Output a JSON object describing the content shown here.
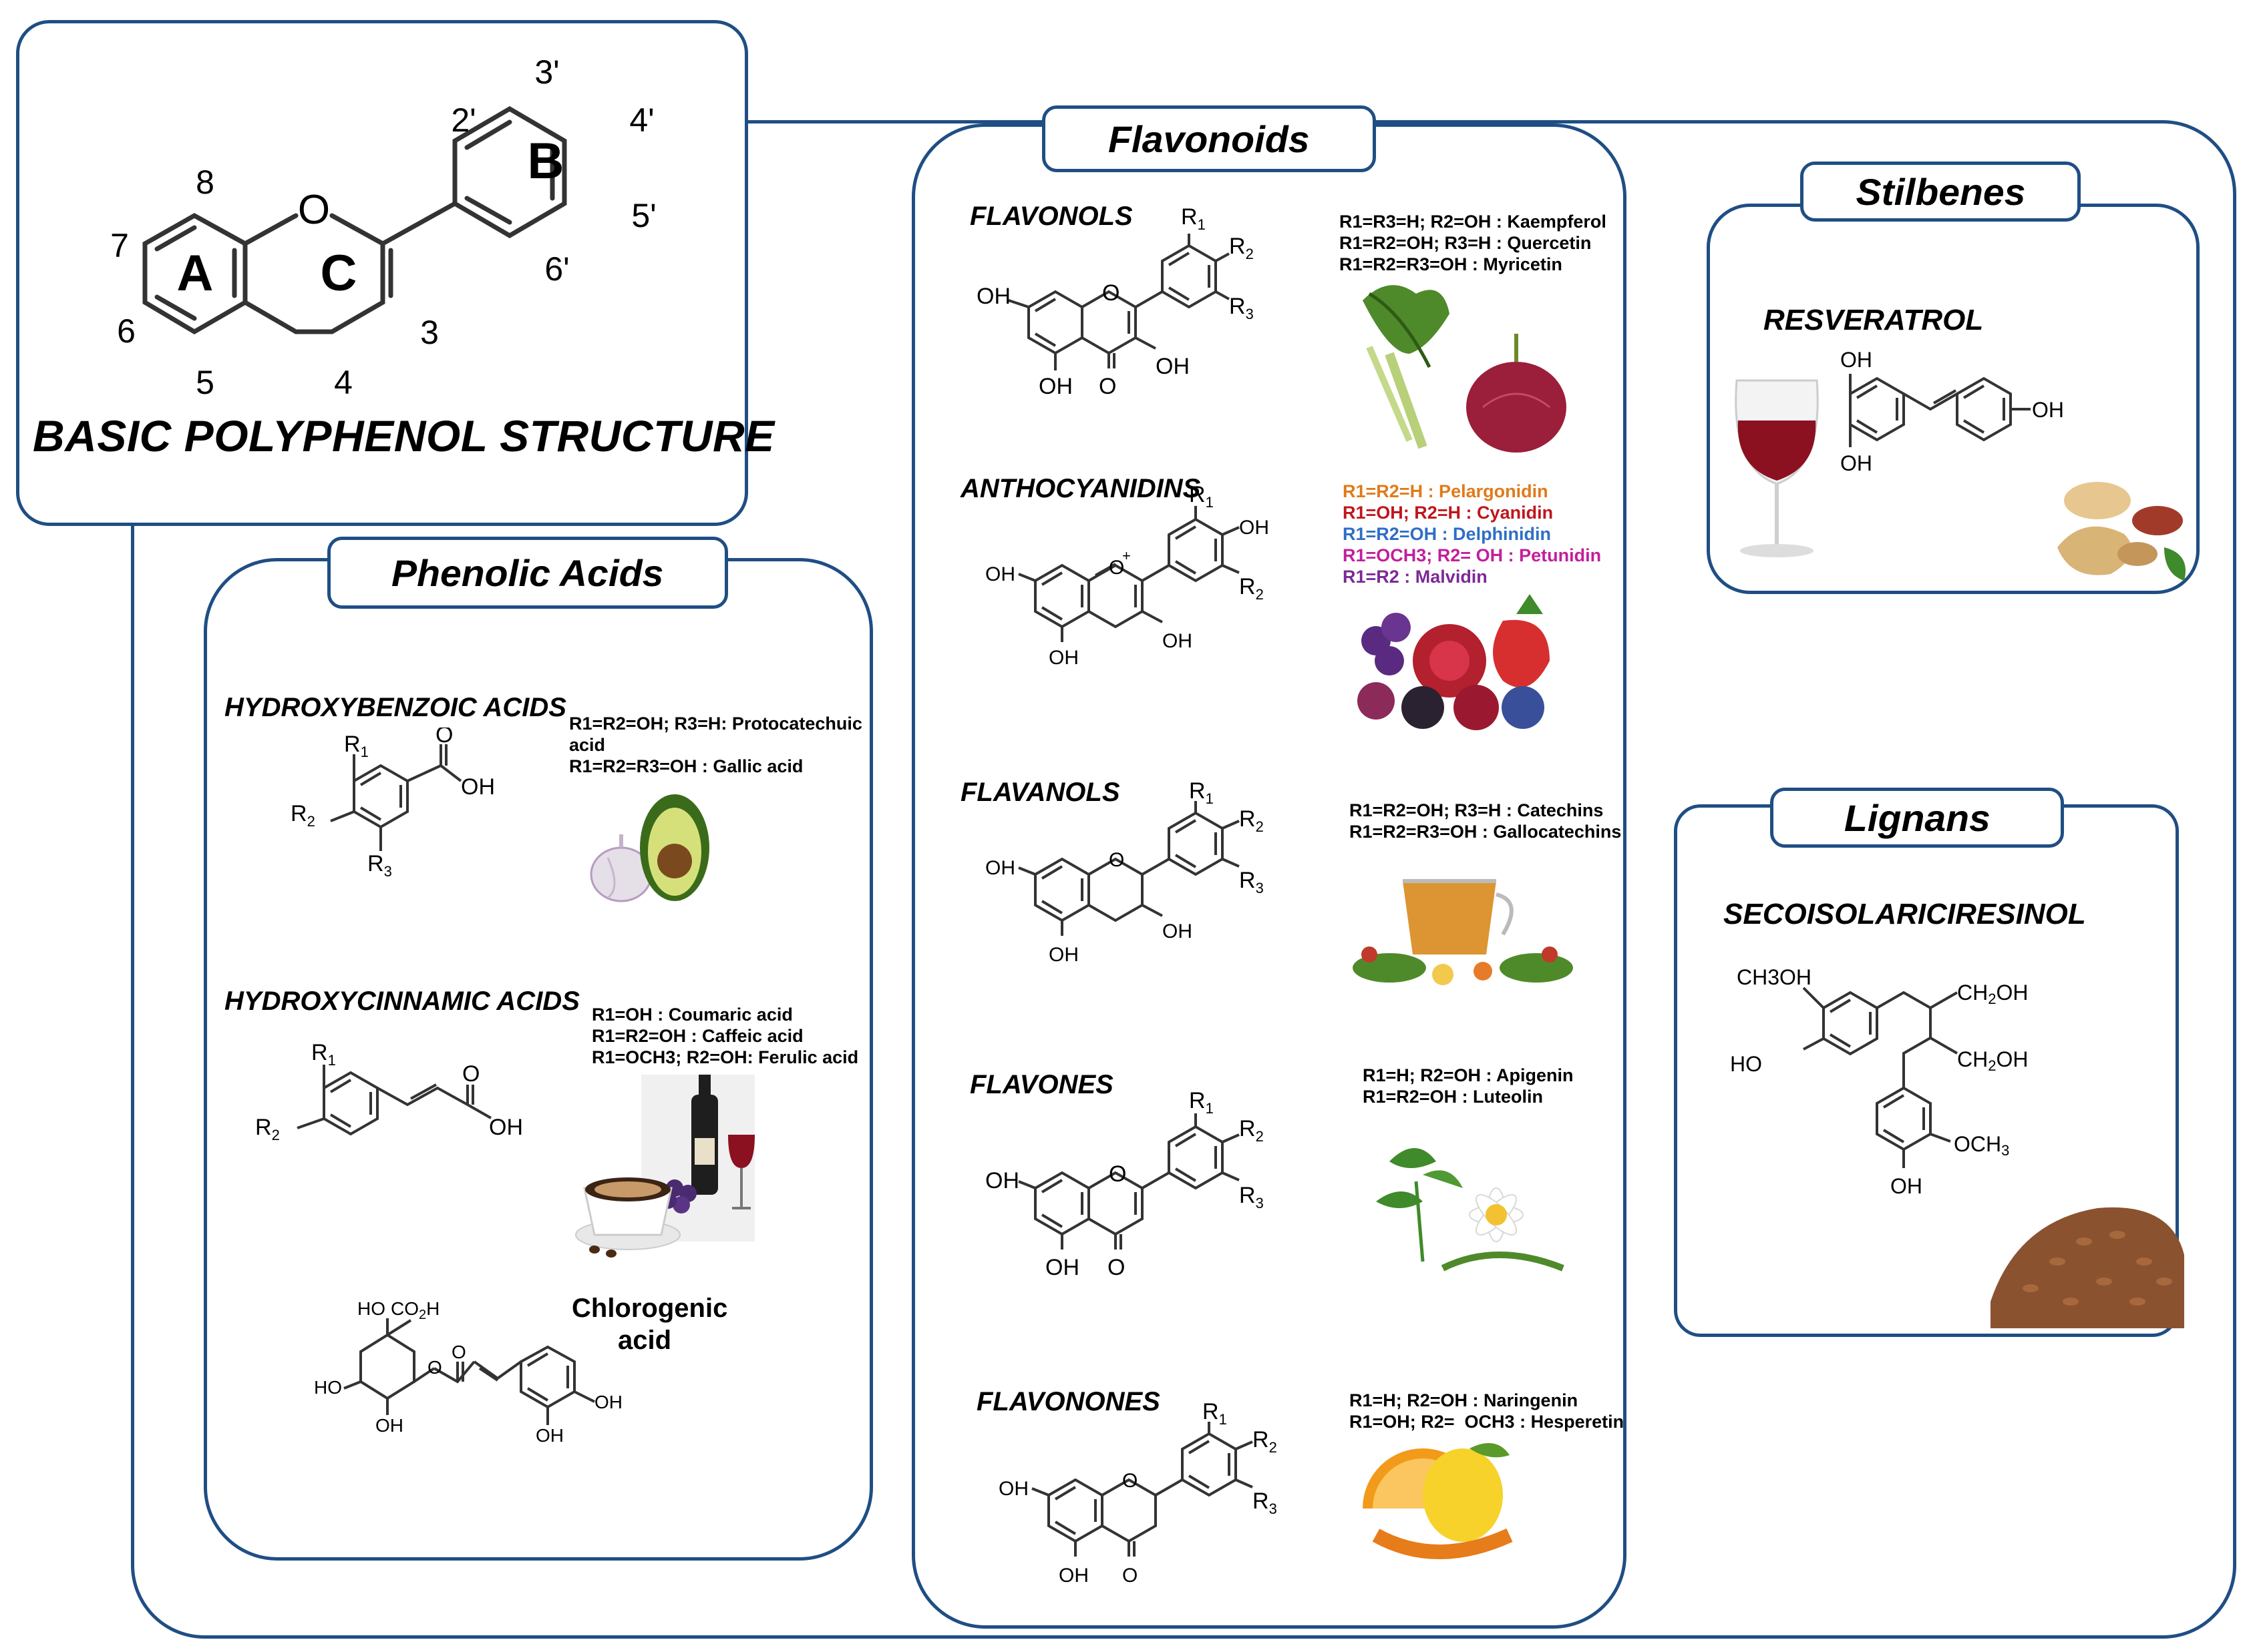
{
  "basic": {
    "title": "BASIC POLYPHENOL STRUCTURE",
    "ring_a": "A",
    "ring_b": "B",
    "ring_c": "C",
    "oxygen": "O",
    "positions": [
      "8",
      "7",
      "6",
      "5",
      "4",
      "3",
      "2'",
      "3'",
      "4'",
      "5'",
      "6'"
    ]
  },
  "phenolic_acids": {
    "title": "Phenolic Acids",
    "hba": {
      "name": "HYDROXYBENZOIC ACIDS",
      "lines": [
        "R1=R2=OH; R3=H: Protocatechuic",
        "acid",
        "R1=R2=R3=OH : Gallic acid"
      ]
    },
    "hca": {
      "name": "HYDROXYCINNAMIC ACIDS",
      "lines": [
        "R1=OH : Coumaric acid",
        "R1=R2=OH : Caffeic acid",
        "R1=OCH3; R2=OH: Ferulic acid"
      ]
    },
    "chlorogenic": [
      "Chlorogenic",
      "acid"
    ]
  },
  "flavonoids": {
    "title": "Flavonoids",
    "flavonols": {
      "name": "FLAVONOLS",
      "lines": [
        "R1=R3=H; R2=OH : Kaempferol",
        "R1=R2=OH; R3=H : Quercetin",
        "R1=R2=R3=OH : Myricetin"
      ]
    },
    "anthocyanidins": {
      "name": "ANTHOCYANIDINS",
      "lines": [
        {
          "text": "R1=R2=H : Pelargonidin",
          "color": "#e07b1a"
        },
        {
          "text": "R1=OH; R2=H : Cyanidin",
          "color": "#c0161d"
        },
        {
          "text": "R1=R2=OH : Delphinidin",
          "color": "#2e6ec7"
        },
        {
          "text": "R1=OCH3; R2= OH : Petunidin",
          "color": "#c21f9c"
        },
        {
          "text": "R1=R2 : Malvidin",
          "color": "#7b2a96"
        }
      ]
    },
    "flavanols": {
      "name": "FLAVANOLS",
      "lines": [
        "R1=R2=OH; R3=H : Catechins",
        "R1=R2=R3=OH : Gallocatechins"
      ]
    },
    "flavones": {
      "name": "FLAVONES",
      "lines": [
        "R1=H; R2=OH : Apigenin",
        "R1=R2=OH : Luteolin"
      ]
    },
    "flavonones": {
      "name": "FLAVONONES",
      "lines": [
        "R1=H; R2=OH : Naringenin",
        "R1=OH; R2=  OCH3 : Hesperetin"
      ]
    }
  },
  "stilbenes": {
    "title": "Stilbenes",
    "compound": "RESVERATROL"
  },
  "lignans": {
    "title": "Lignans",
    "compound": "SECOISOLARICIRESINOL"
  },
  "colors": {
    "frame": "#1f4e84",
    "bond": "#3a3a3a",
    "wine": "#8b1020"
  }
}
